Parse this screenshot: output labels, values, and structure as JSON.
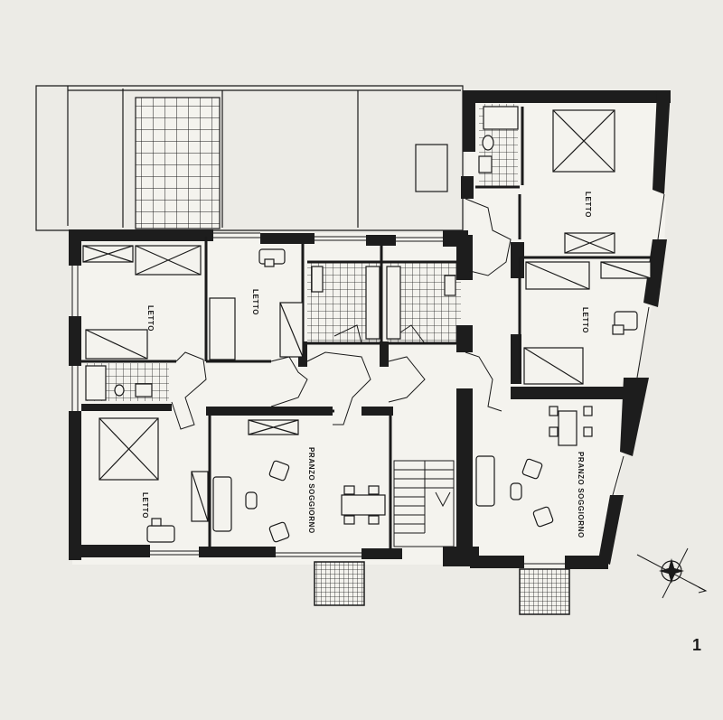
{
  "rooms": {
    "bedroom_nw": "LETTO",
    "bedroom_n": "LETTO",
    "bedroom_sw": "LETTO",
    "bedroom_ne": "LETTO",
    "bedroom_e": "LETTO",
    "living_w": "PRANZO SOGGIORNO",
    "living_e": "PRANZO SOGGIORNO"
  },
  "figure_number": "1"
}
